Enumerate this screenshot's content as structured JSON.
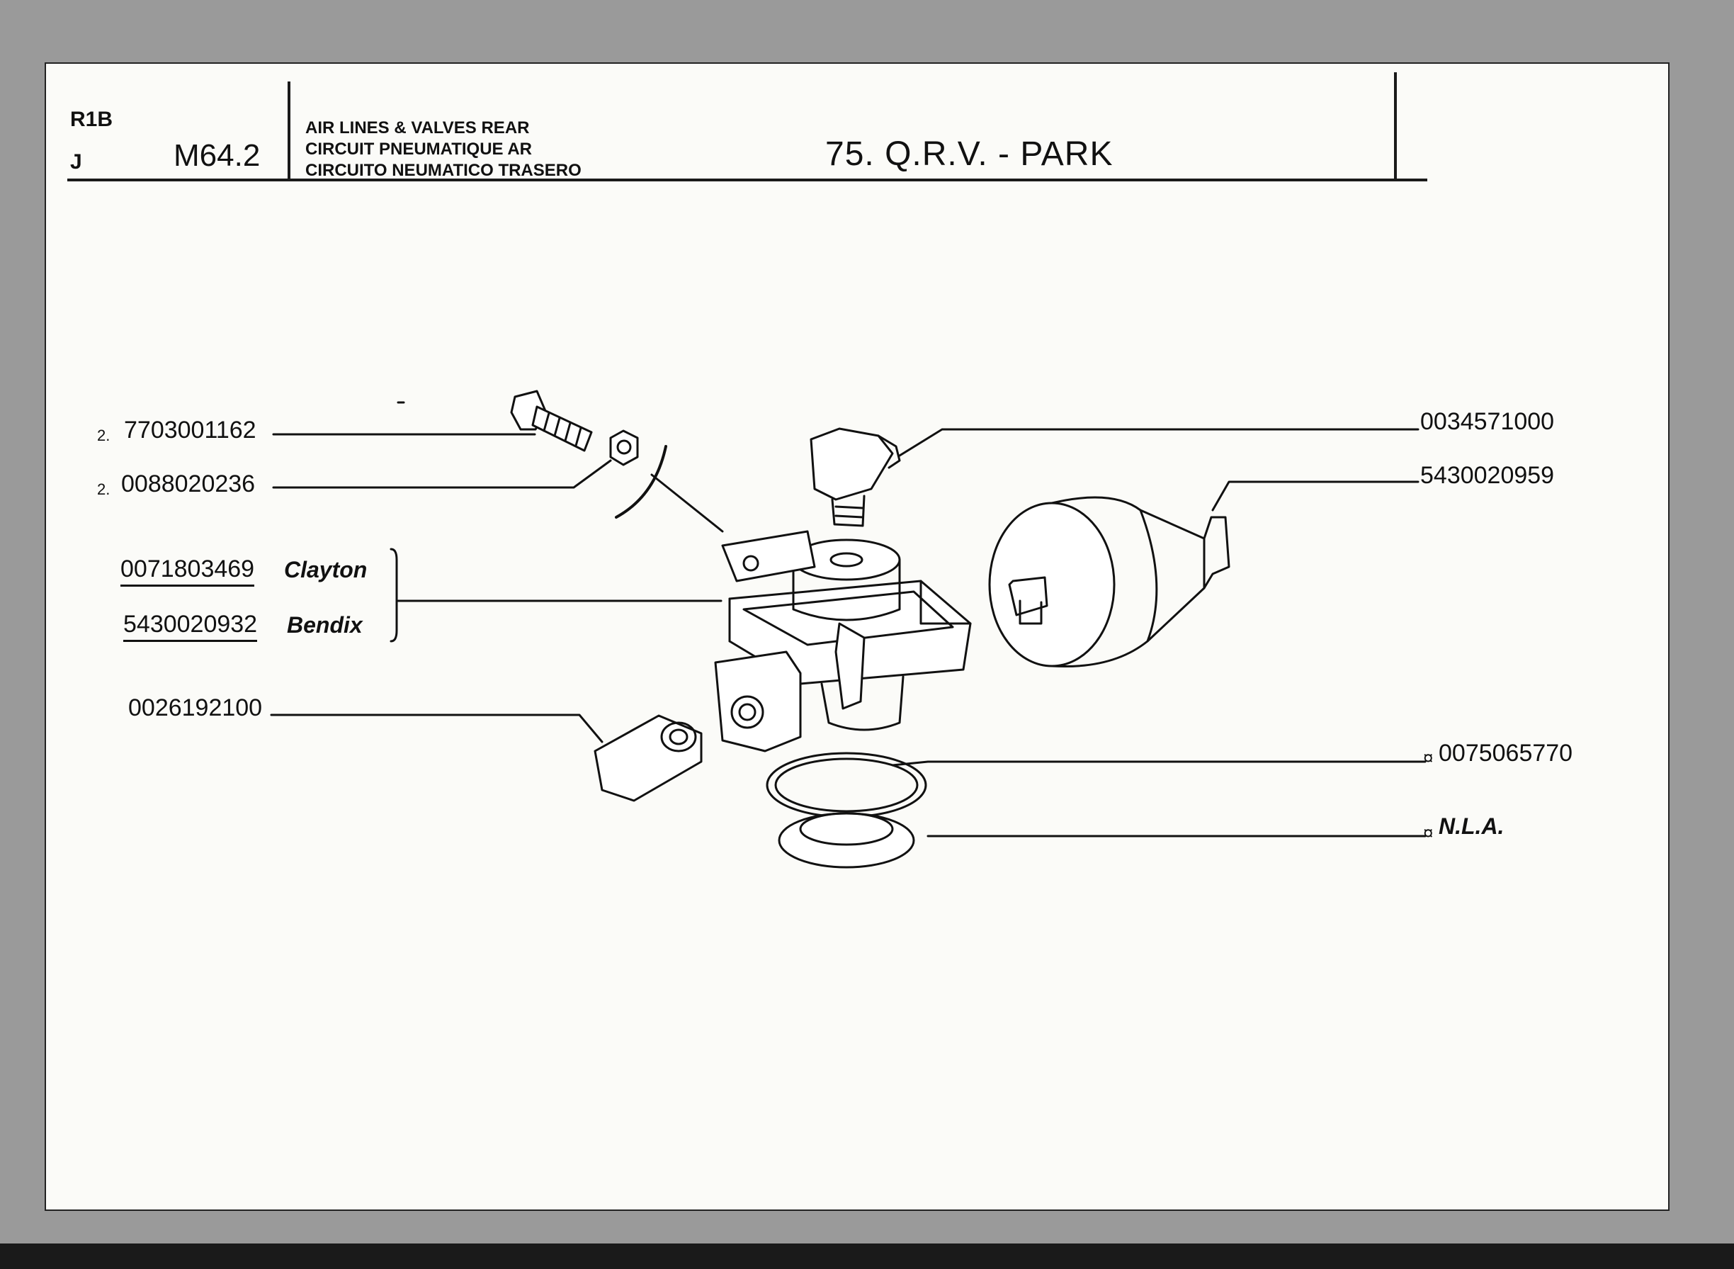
{
  "header": {
    "code_top": "R1B",
    "code_bottom": "J",
    "section": "M64.2",
    "desc_lines": [
      "AIR LINES & VALVES REAR",
      "CIRCUIT PNEUMATIQUE AR",
      "CIRCUITO NEUMATICO TRASERO"
    ],
    "title": "75.  Q.R.V. - PARK"
  },
  "parts_left": [
    {
      "qty": "2.",
      "number": "7703001162"
    },
    {
      "qty": "2.",
      "number": "0088020236"
    },
    {
      "number": "0071803469",
      "maker": "Clayton"
    },
    {
      "number": "5430020932",
      "maker": "Bendix"
    },
    {
      "number": "0026192100"
    }
  ],
  "parts_right": [
    {
      "number": "0034571000"
    },
    {
      "number": "5430020959"
    },
    {
      "star": "¤",
      "number": "0075065770"
    },
    {
      "star": "¤",
      "number": "N.L.A."
    }
  ],
  "colors": {
    "background": "#9a9a9a",
    "card": "#fbfbf8",
    "ink": "#111111"
  }
}
